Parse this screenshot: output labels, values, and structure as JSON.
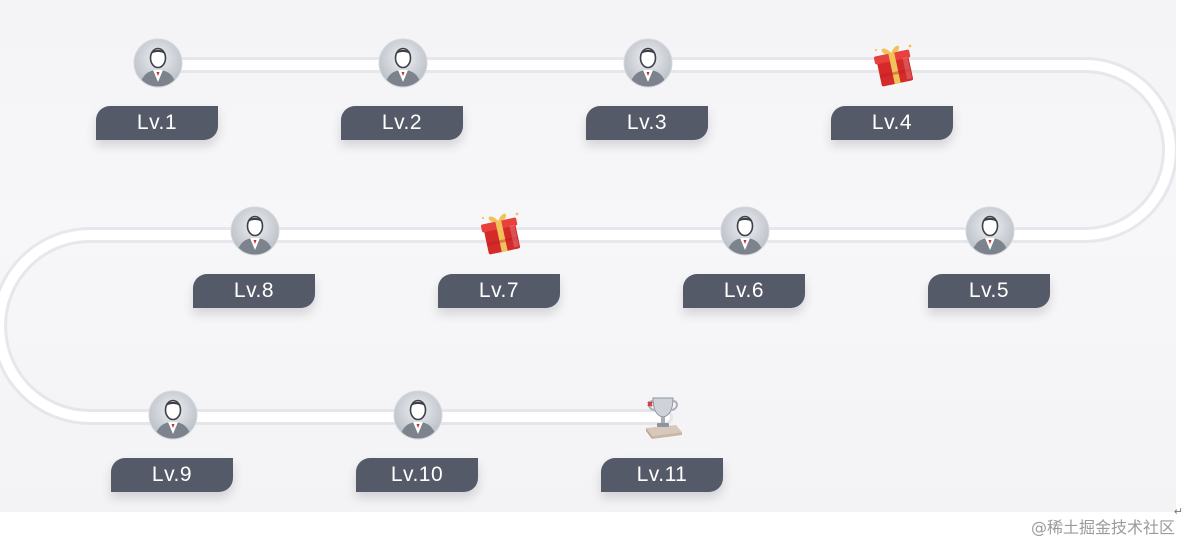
{
  "levels": [
    {
      "label": "Lv.1",
      "icon": "avatar-icon"
    },
    {
      "label": "Lv.2",
      "icon": "avatar-icon"
    },
    {
      "label": "Lv.3",
      "icon": "avatar-icon"
    },
    {
      "label": "Lv.4",
      "icon": "gift-box-icon"
    },
    {
      "label": "Lv.5",
      "icon": "avatar-icon"
    },
    {
      "label": "Lv.6",
      "icon": "avatar-icon"
    },
    {
      "label": "Lv.7",
      "icon": "gift-box-icon"
    },
    {
      "label": "Lv.8",
      "icon": "avatar-icon"
    },
    {
      "label": "Lv.9",
      "icon": "avatar-icon"
    },
    {
      "label": "Lv.10",
      "icon": "avatar-icon"
    },
    {
      "label": "Lv.11",
      "icon": "trophy-icon"
    }
  ],
  "watermark": "@稀土掘金技术社区",
  "corner_mark": "↵",
  "colors": {
    "badge": "#555a68",
    "badge_text": "#ffffff",
    "gift": "#d42a2a",
    "track": "#ffffff"
  }
}
